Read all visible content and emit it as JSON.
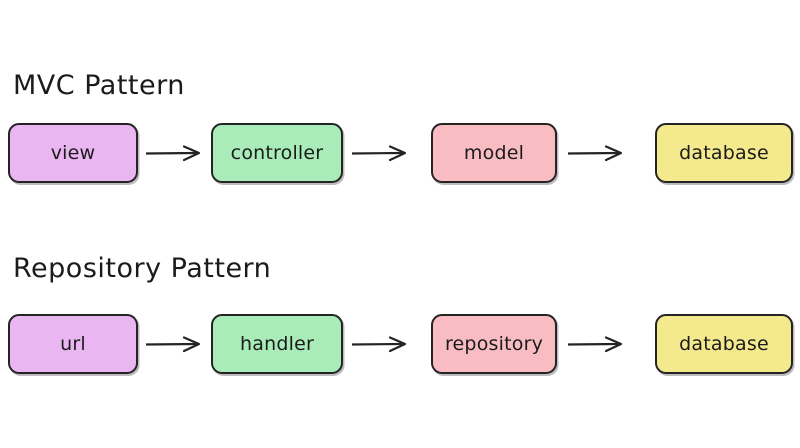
{
  "page": {
    "background": "#ffffff",
    "line_color": "#242424"
  },
  "palette": {
    "purple": "#eab6f2",
    "green": "#a9ecb9",
    "pink": "#f9bcc2",
    "yellow": "#f5e98d",
    "border": "#242424",
    "text": "#1b1b1b"
  },
  "sections": [
    {
      "title": "MVC Pattern",
      "nodes": [
        {
          "label": "view",
          "color": "purple"
        },
        {
          "label": "controller",
          "color": "green"
        },
        {
          "label": "model",
          "color": "pink"
        },
        {
          "label": "database",
          "color": "yellow"
        }
      ],
      "arrows": [
        "arrow-view-to-controller",
        "arrow-controller-to-model",
        "arrow-model-to-database"
      ]
    },
    {
      "title": "Repository Pattern",
      "nodes": [
        {
          "label": "url",
          "color": "purple"
        },
        {
          "label": "handler",
          "color": "green"
        },
        {
          "label": "repository",
          "color": "pink"
        },
        {
          "label": "database",
          "color": "yellow"
        }
      ],
      "arrows": [
        "arrow-url-to-handler",
        "arrow-handler-to-repository",
        "arrow-repository-to-database"
      ]
    }
  ]
}
